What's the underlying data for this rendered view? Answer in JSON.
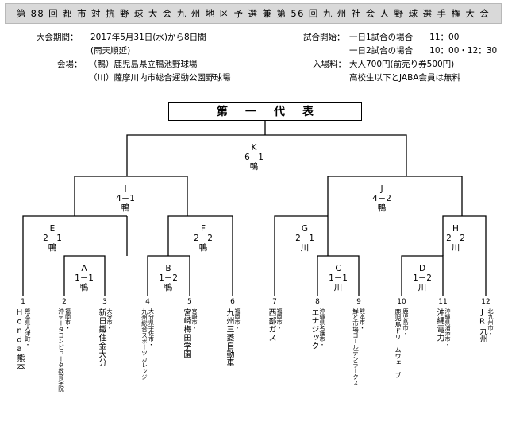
{
  "title": "第 88 回 都 市 対 抗 野 球 大 会 九 州 地 区 予 選  兼  第 56 回 九 州 社 会 人 野 球 選 手 権 大 会",
  "info": {
    "period_label": "大会期間：",
    "period_value": "2017年5月31日(水)から8日間",
    "rain_note": "(雨天順延)",
    "venue_label": "会場：",
    "venue_1": "（鴨）鹿児島県立鴨池野球場",
    "venue_2": "（川）薩摩川内市総合運動公園野球場",
    "start_label": "試合開始：",
    "start_1": "一日1試合の場合　　11：00",
    "start_2": "一日2試合の場合　　10：00・12：30",
    "fee_label": "入場料：",
    "fee_1": "大人700円(前売り券500円)",
    "fee_2": "高校生以下とJABA会員は無料"
  },
  "representative": "第一代表",
  "matches": {
    "K": {
      "id": "K",
      "score": "6－1",
      "venue": "鴨"
    },
    "I": {
      "id": "I",
      "score": "4－1",
      "venue": "鴨"
    },
    "J": {
      "id": "J",
      "score": "4－2",
      "venue": "鴨"
    },
    "E": {
      "id": "E",
      "score": "2－1",
      "venue": "鴨"
    },
    "F": {
      "id": "F",
      "score": "2－2",
      "venue": "鴨"
    },
    "G": {
      "id": "G",
      "score": "2－1",
      "venue": "川"
    },
    "H": {
      "id": "H",
      "score": "2－2",
      "venue": "川"
    },
    "A": {
      "id": "A",
      "score": "1－1",
      "venue": "鴨"
    },
    "B": {
      "id": "B",
      "score": "1－2",
      "venue": "鴨"
    },
    "C": {
      "id": "C",
      "score": "1－1",
      "venue": "川"
    },
    "D": {
      "id": "D",
      "score": "1－2",
      "venue": "川"
    }
  },
  "teams": [
    {
      "num": "1",
      "loc": "熊本県大津町・",
      "name": "Honda熊本"
    },
    {
      "num": "2",
      "loc": "福岡市・",
      "name": "沖データコンピュータ教育学院"
    },
    {
      "num": "3",
      "loc": "大分市・",
      "name": "新日鐵住金大分"
    },
    {
      "num": "4",
      "loc": "大分県宇佐市・",
      "name": "九州総合スポーツカレッジ"
    },
    {
      "num": "5",
      "loc": "宮崎市・",
      "name": "宮崎梅田学園"
    },
    {
      "num": "6",
      "loc": "福岡市・",
      "name": "九州三菱自動車"
    },
    {
      "num": "7",
      "loc": "福岡市・",
      "name": "西部ガス"
    },
    {
      "num": "8",
      "loc": "沖縄県名護市・",
      "name": "エナジック"
    },
    {
      "num": "9",
      "loc": "熊本市・",
      "name": "鮮ど市場ゴールデンラークス"
    },
    {
      "num": "10",
      "loc": "鹿児島市・",
      "name": "鹿児島ドリームウェーブ"
    },
    {
      "num": "11",
      "loc": "沖縄県浦添市・",
      "name": "沖縄電力"
    },
    {
      "num": "12",
      "loc": "北九州市・",
      "name": "JR九州"
    }
  ]
}
